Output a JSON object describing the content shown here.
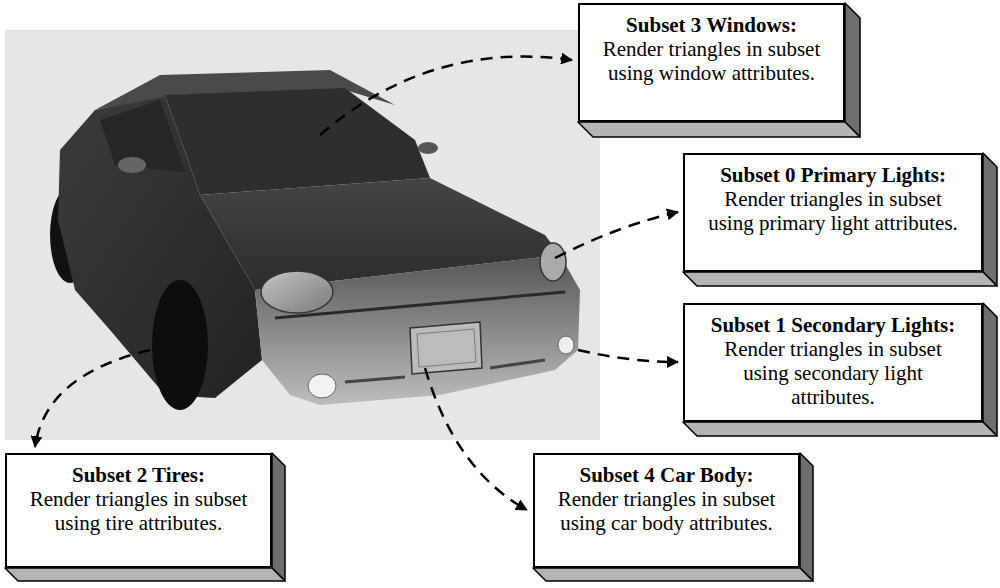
{
  "diagram": {
    "nodes": [
      {
        "text": [
          "Subset 3 Windows:",
          "Render triangles in subset using window attributes."
        ]
      },
      {
        "text": [
          "Subset 0 Primary Lights:",
          "Render triangles in subset using primary light attributes."
        ]
      },
      {
        "text": [
          "Subset 1 Secondary Lights:",
          "Render triangles in subset using secondary light attributes."
        ]
      },
      {
        "text": [
          "Subset 2 Tires:",
          "Render triangles in subset using tire attributes."
        ]
      },
      {
        "text": [
          "Subset 4 Car Body:",
          "Render triangles in subset using car body attributes."
        ]
      }
    ]
  }
}
